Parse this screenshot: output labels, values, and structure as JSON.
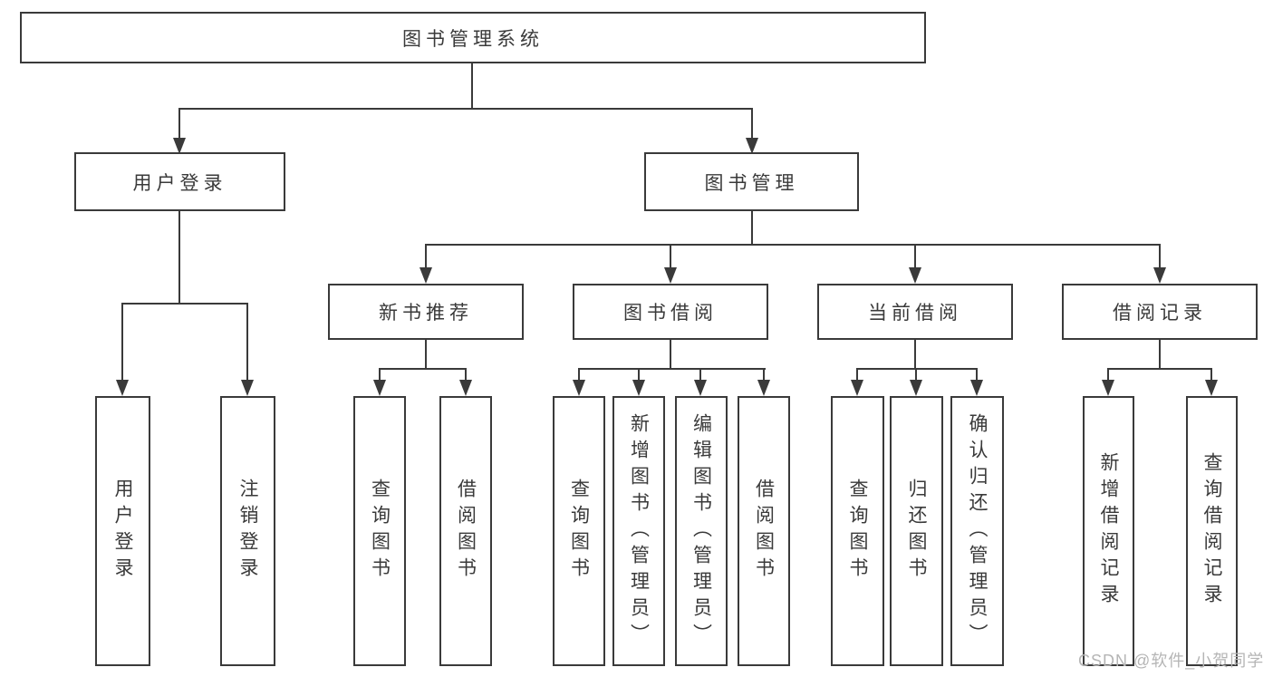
{
  "tree": {
    "label": "图书管理系统",
    "children": [
      {
        "label": "用户登录",
        "children": [
          {
            "label": "用户登录"
          },
          {
            "label": "注销登录"
          }
        ]
      },
      {
        "label": "图书管理",
        "children": [
          {
            "label": "新书推荐",
            "children": [
              {
                "label": "查询图书"
              },
              {
                "label": "借阅图书"
              }
            ]
          },
          {
            "label": "图书借阅",
            "children": [
              {
                "label": "查询图书"
              },
              {
                "label": "新增图书（管理员）"
              },
              {
                "label": "编辑图书（管理员）"
              },
              {
                "label": "借阅图书"
              }
            ]
          },
          {
            "label": "当前借阅",
            "children": [
              {
                "label": "查询图书"
              },
              {
                "label": "归还图书"
              },
              {
                "label": "确认归还（管理员）"
              }
            ]
          },
          {
            "label": "借阅记录",
            "children": [
              {
                "label": "新增借阅记录"
              },
              {
                "label": "查询借阅记录"
              }
            ]
          }
        ]
      }
    ]
  },
  "watermark": {
    "text": "CSDN @软件_小贺同学",
    "color": "#b5b5b5"
  },
  "colors": {
    "background": "#ffffff",
    "box_fill": "#ffffff",
    "box_border": "#3a3a3a",
    "line": "#3a3a3a",
    "text": "#3a3a3a"
  }
}
